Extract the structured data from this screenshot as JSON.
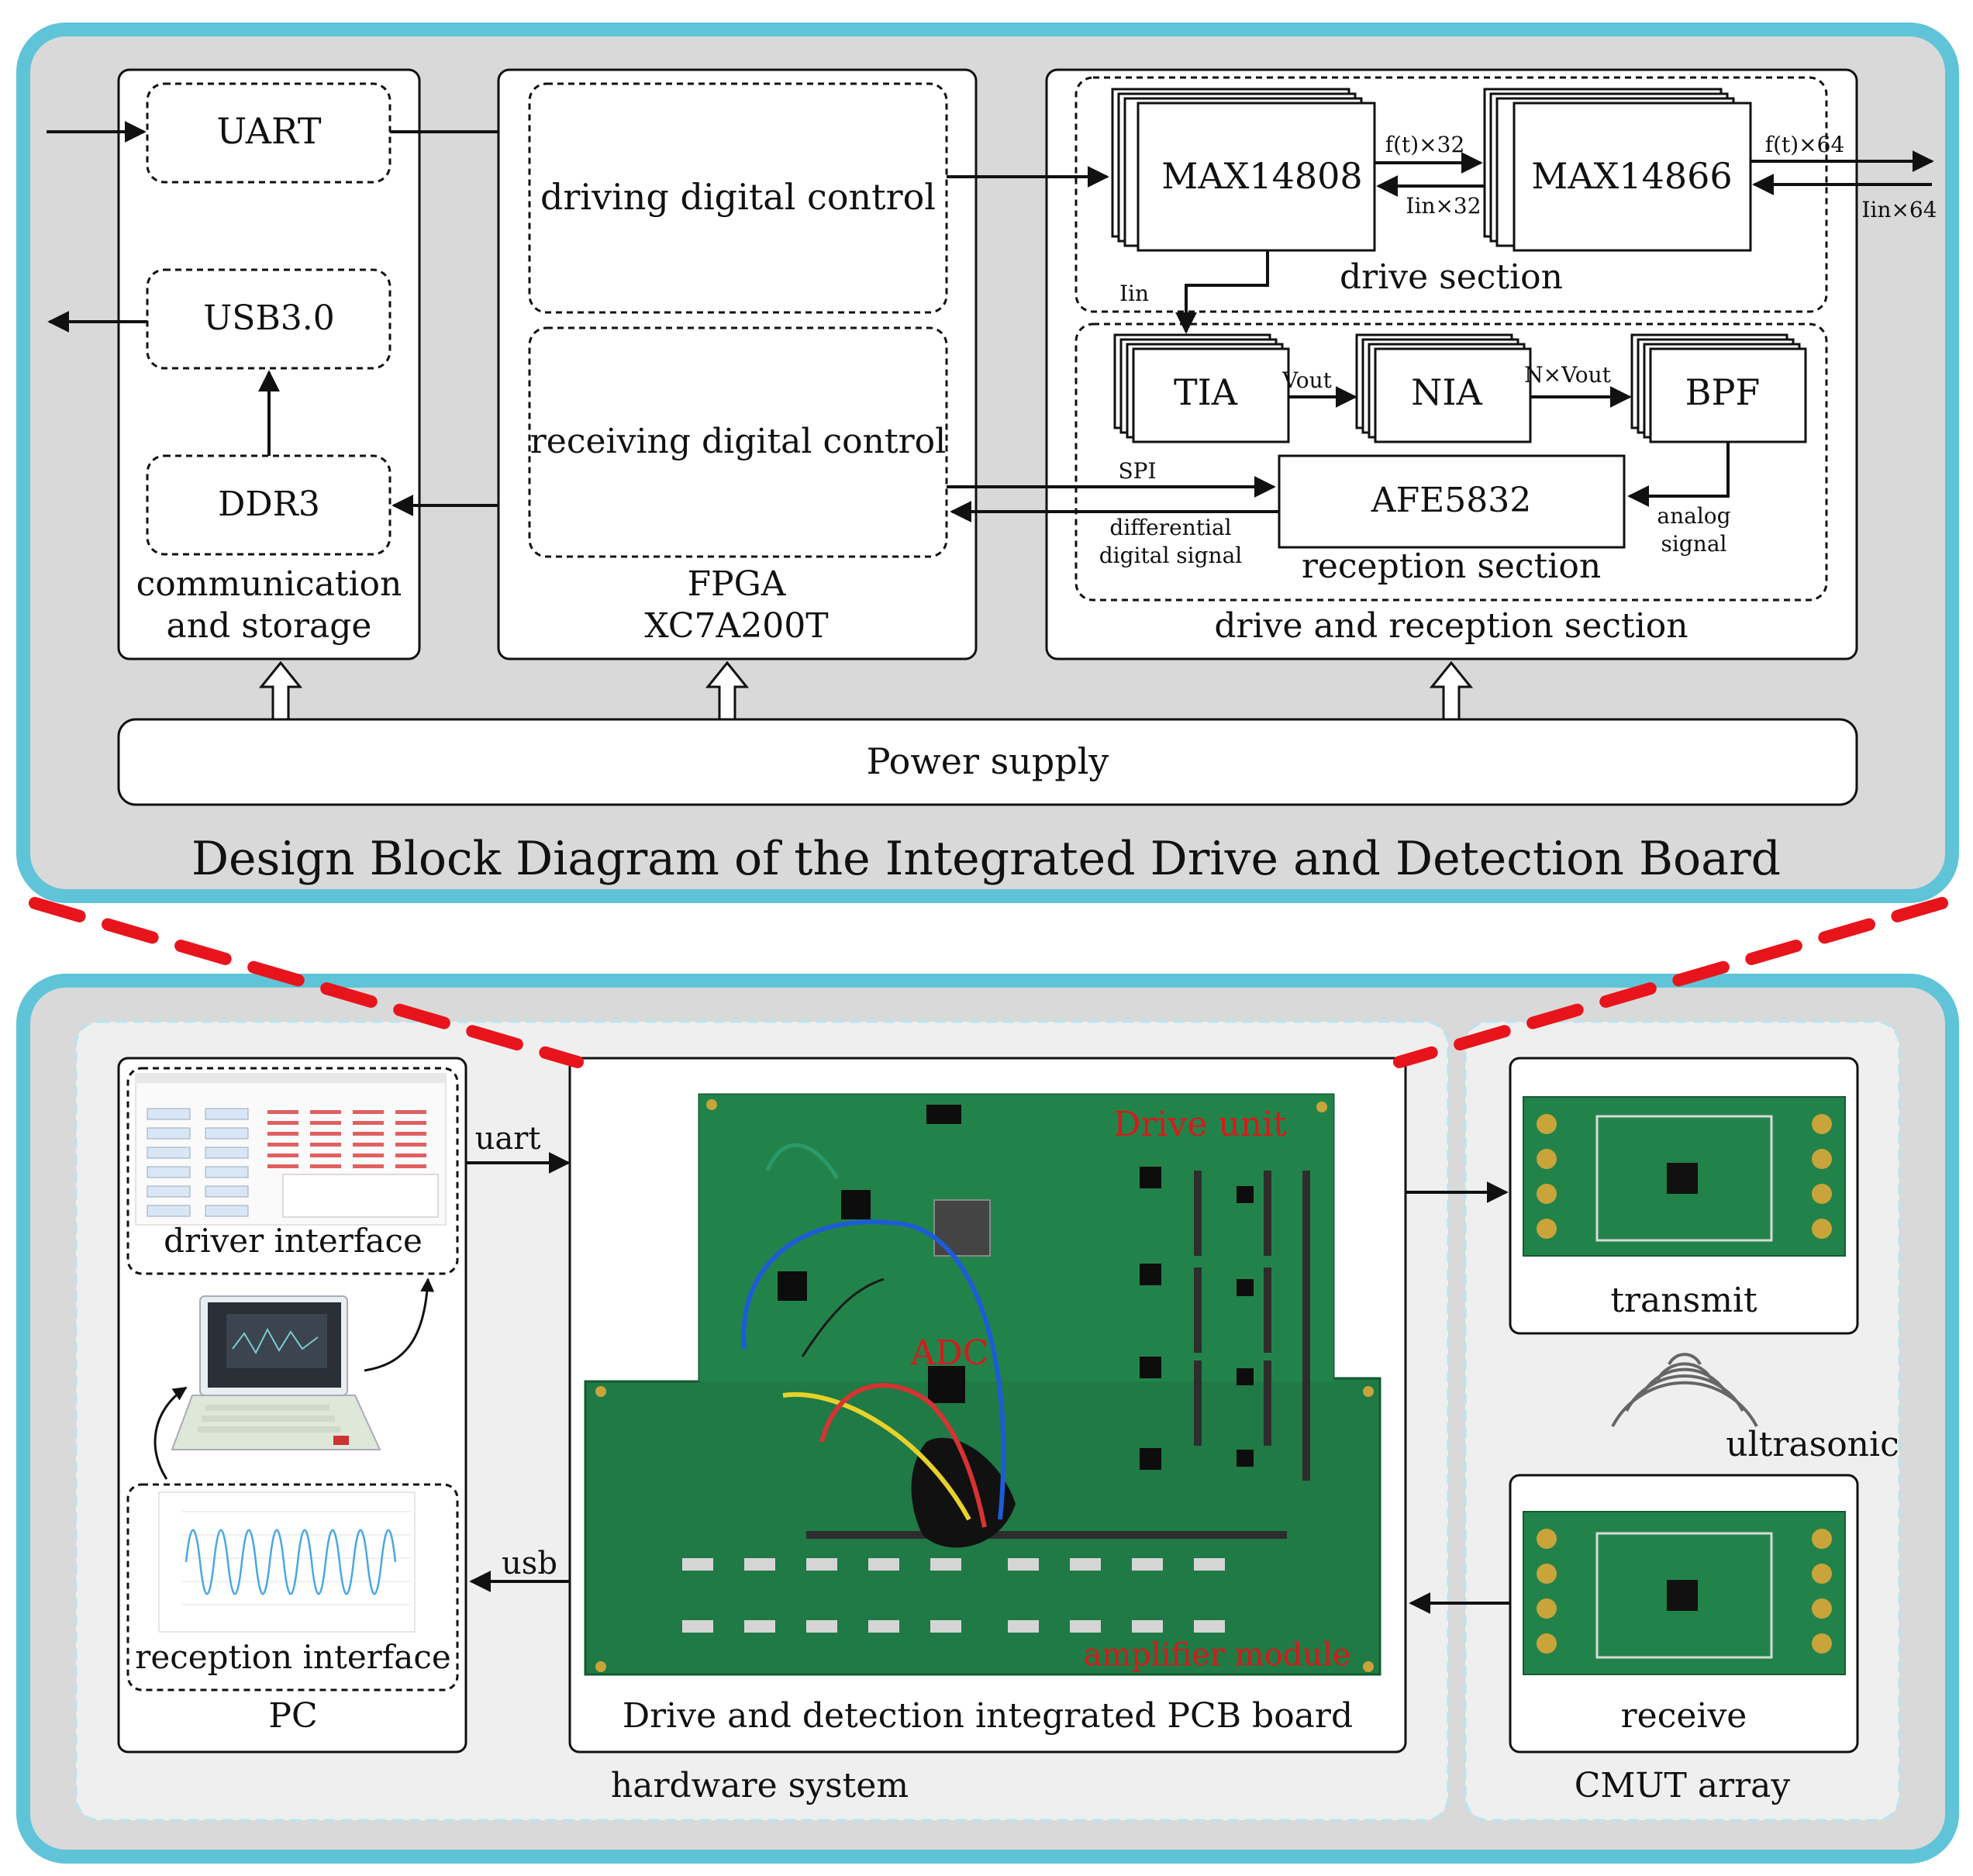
{
  "top_panel": {
    "title": "Design Block Diagram of the Integrated Drive and Detection Board",
    "comm": {
      "uart": "UART",
      "usb": "USB3.0",
      "ddr": "DDR3",
      "label_line1": "communication",
      "label_line2": "and storage"
    },
    "fpga": {
      "driving": "driving digital control",
      "receiving": "receiving digital control",
      "label_line1": "FPGA",
      "label_line2": "XC7A200T"
    },
    "drive_reception": {
      "max14808": "MAX14808",
      "max14866": "MAX14866",
      "ft32": "f(t)×32",
      "lin32": "Iin×32",
      "ft64": "f(t)×64",
      "lin64": "Iin×64",
      "drive_section": "drive section",
      "lin": "Iin",
      "tia": "TIA",
      "vout": "Vout",
      "nia": "NIA",
      "nvout": "N×Vout",
      "bpf": "BPF",
      "spi": "SPI",
      "afe": "AFE5832",
      "diff_line1": "differential",
      "diff_line2": "digital signal",
      "analog_line1": "analog",
      "analog_line2": "signal",
      "reception_section": "reception section",
      "label": "drive and reception section"
    },
    "power": "Power supply"
  },
  "bottom_panel": {
    "pc": {
      "driver_interface": "driver interface",
      "reception_interface": "reception interface",
      "label": "PC"
    },
    "uart": "uart",
    "usb": "usb",
    "pcb": {
      "drive_unit": "Drive unit",
      "adc": "ADC",
      "amplifier_module": "amplifier module",
      "label": "Drive and detection integrated PCB board"
    },
    "cmut": {
      "transmit": "transmit",
      "receive": "receive",
      "ultrasonic": "ultrasonic",
      "label": "CMUT array"
    },
    "hardware_system": "hardware system"
  },
  "colors": {
    "panel_border": "#5fc4d8",
    "panel_fill": "#d9d9d9",
    "inner_fill": "#efefef",
    "dash_red": "#e8141c",
    "pcb_green": "#1f7a45",
    "label_red": "#d61a1a"
  }
}
